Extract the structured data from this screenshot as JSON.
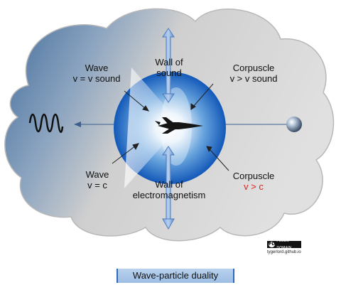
{
  "labels": {
    "wave_sound": {
      "line1": "Wave",
      "line2": "v =  v sound"
    },
    "wall_sound": {
      "line1": "Wall of",
      "line2": "sound"
    },
    "corpuscle_sound": {
      "line1": "Corpuscle",
      "line2": "v > v sound"
    },
    "wave_light": {
      "line1": "Wave",
      "line2": "v = c"
    },
    "wall_em": {
      "line1": "Wall of",
      "line2": "electromagnetism"
    },
    "corpuscle_light": {
      "line1": "Corpuscle",
      "line2": "v > c"
    }
  },
  "badge": {
    "icon": "PD",
    "text": "PUBLIC DOMAIN"
  },
  "credit": "tygerlord.github.io",
  "title": "Wave-particle duality",
  "colors": {
    "cloud_fill_light": "#e2e2e2",
    "cloud_fill_dark": "#3f6a9a",
    "arrow_blue": "#5b8ac6",
    "sky_blue": "#1f6fd0",
    "accent_red": "#e41e1e"
  },
  "icons": [
    "wave-squiggle-icon",
    "jet-plane-icon",
    "sphere-icon",
    "public-domain-icon"
  ]
}
